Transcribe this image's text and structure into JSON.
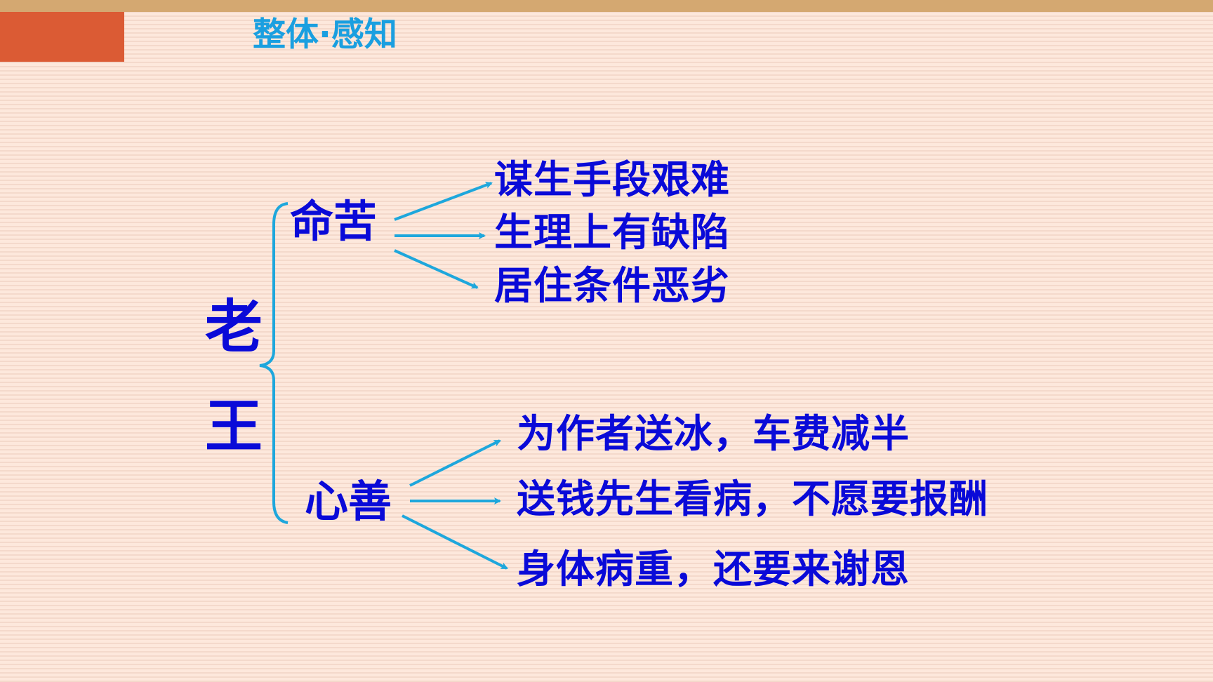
{
  "slide": {
    "section_title": "整体·感知",
    "colors": {
      "top_bar": "#d4a871",
      "corner_block": "#db5b34",
      "title": "#1a9fe0",
      "text": "#0a0ad8",
      "connector": "#1ea7dc",
      "background": "#fde8dc",
      "stripe": "#f4d9cb"
    }
  },
  "diagram": {
    "root": {
      "chars": [
        "老",
        "王"
      ]
    },
    "branches": [
      {
        "label": "命苦",
        "items": [
          "谋生手段艰难",
          "生理上有缺陷",
          "居住条件恶劣"
        ]
      },
      {
        "label": "心善",
        "items": [
          "为作者送冰，车费减半",
          "送钱先生看病，不愿要报酬",
          "身体病重，还要来谢恩"
        ]
      }
    ]
  }
}
